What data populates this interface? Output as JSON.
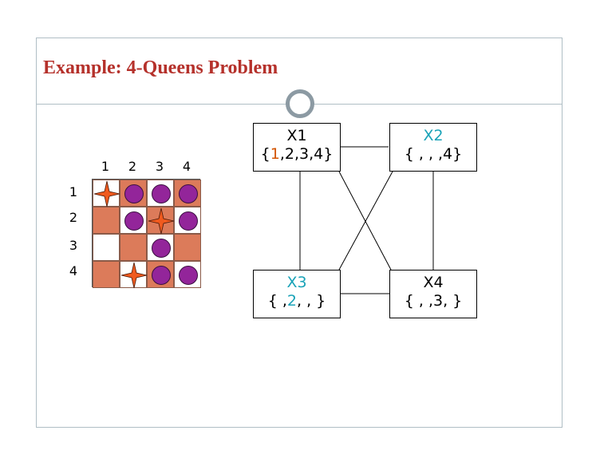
{
  "title": "Example: 4-Queens Problem",
  "board": {
    "column_numbers": [
      "1",
      "2",
      "3",
      "4"
    ],
    "row_numbers": [
      "1",
      "2",
      "3",
      "4"
    ],
    "cells": [
      [
        "star",
        "dot",
        "dot",
        "dot"
      ],
      [
        "empty",
        "dot",
        "star",
        "dot"
      ],
      [
        "empty",
        "empty",
        "dot",
        "empty"
      ],
      [
        "empty",
        "star",
        "dot",
        "dot"
      ]
    ]
  },
  "variables": {
    "x1": {
      "name": "X1",
      "domain_prefix": "{",
      "domain_highlight": "1",
      "domain_rest": ",2,3,4}"
    },
    "x2": {
      "name": "X2",
      "domain": "{ , , ,4}"
    },
    "x3": {
      "name": "X3",
      "domain_prefix": "{ ,",
      "domain_highlight": "2",
      "domain_rest": ", , }"
    },
    "x4": {
      "name": "X4",
      "domain": "{ , ,3, }"
    }
  },
  "colors": {
    "title": "#b5312b",
    "dark_square": "#dc7b5a",
    "queen_dot": "#93259a",
    "queen_star": "#f05a1e",
    "x1_label": "#d35400",
    "x2_x3_label": "#1aa3b8"
  }
}
